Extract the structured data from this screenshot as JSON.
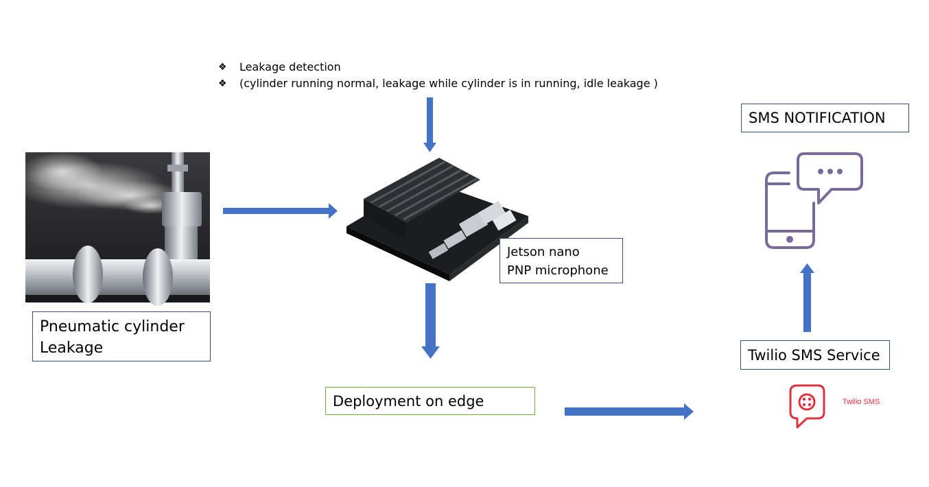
{
  "bullets": [
    "Leakage detection",
    "(cylinder running normal, leakage while cylinder is in running, idle leakage )"
  ],
  "bullet_glyph": "❖",
  "labels": {
    "cylinder": [
      "Pneumatic cylinder",
      "Leakage"
    ],
    "jetson": [
      "Jetson nano",
      "PNP microphone"
    ],
    "deployment": "Deployment on edge",
    "sms_notification": "SMS NOTIFICATION",
    "twilio_service": "Twilio SMS Service",
    "twilio_logo_text": "Twilio SMS"
  },
  "colors": {
    "arrow": "#4472c4",
    "box_border": "#2f4f7f",
    "deployment_border": "#70ad47",
    "phone_icon": "#7a6a9a",
    "twilio_red": "#e0303d"
  }
}
